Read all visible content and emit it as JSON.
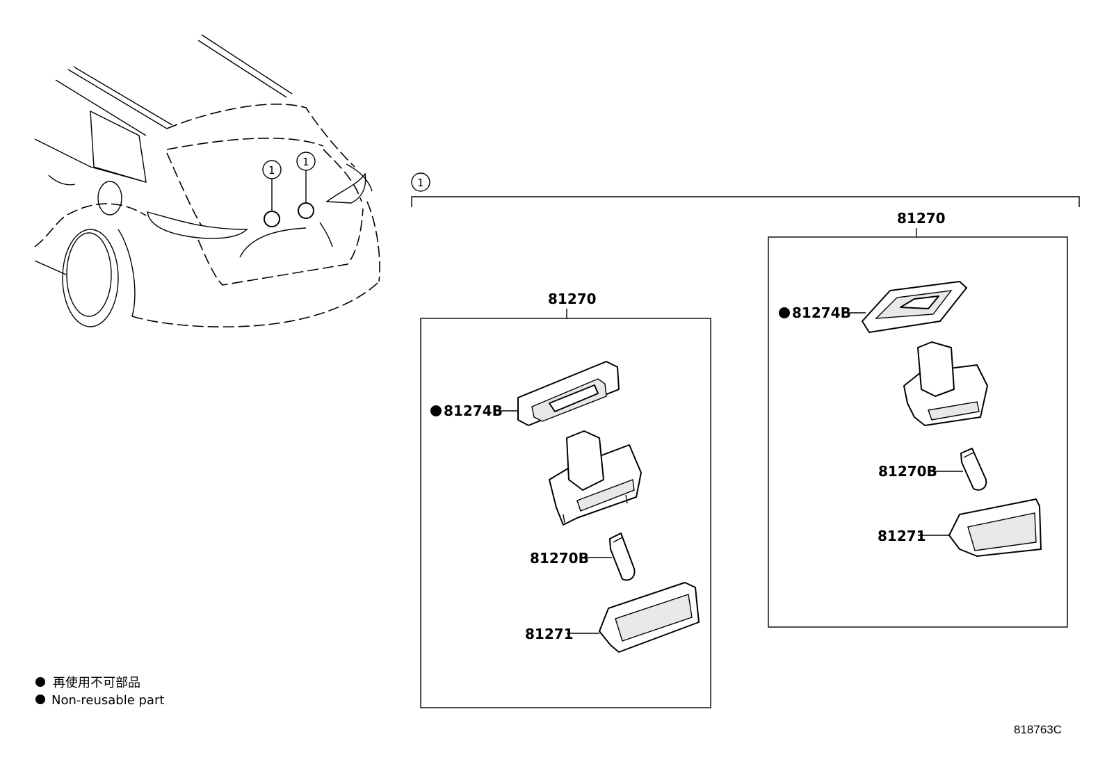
{
  "callout_ref": "1",
  "diagram_id": "818763C",
  "legend": {
    "japanese": "再使用不可部品",
    "english": "Non-reusable part"
  },
  "assembly_left": {
    "assembly_label": "81270",
    "gasket_label": "81274B",
    "bulb_label": "81270B",
    "lens_label": "81271"
  },
  "assembly_right": {
    "assembly_label": "81270",
    "gasket_label": "81274B",
    "bulb_label": "81270B",
    "lens_label": "81271"
  }
}
